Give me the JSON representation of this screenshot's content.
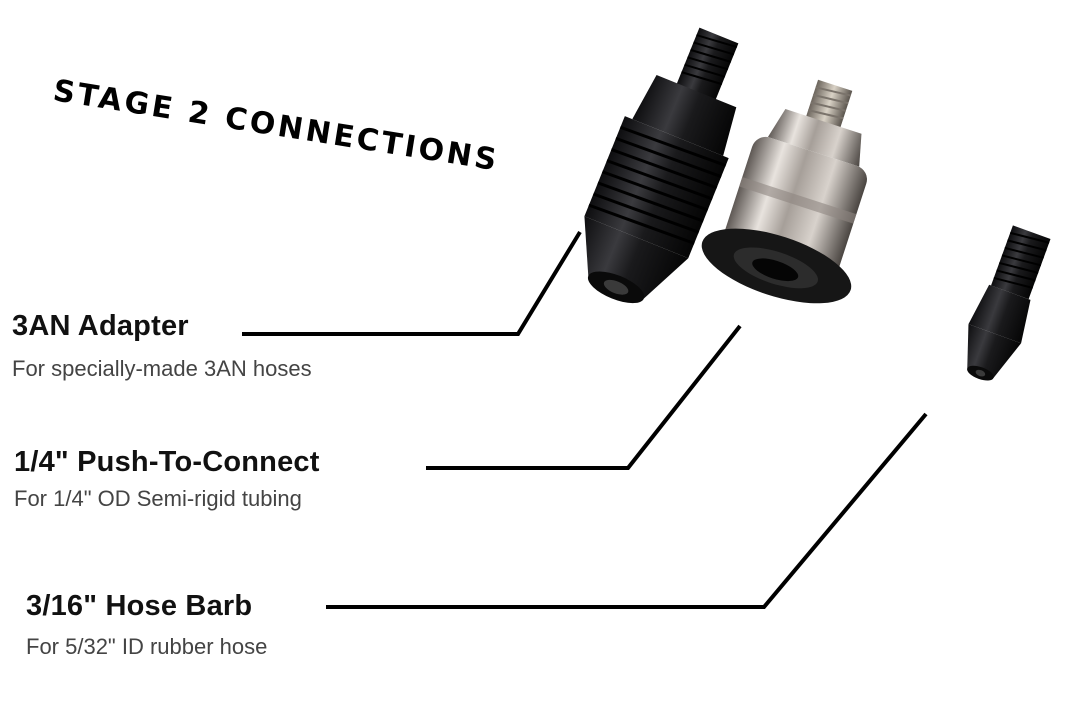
{
  "title": "STAGE 2 CONNECTIONS",
  "parts": [
    {
      "name": "3AN Adapter",
      "description": "For specially-made 3AN hoses"
    },
    {
      "name": "1/4\" Push-To-Connect",
      "description": "For 1/4\" OD Semi-rigid tubing"
    },
    {
      "name": "3/16\" Hose Barb",
      "description": "For 5/32\" ID rubber hose"
    }
  ],
  "colors": {
    "background": "#ffffff",
    "text": "#111111",
    "subtext": "#444444",
    "adapter_black": "#1c1c1e",
    "chrome": "#b9b3ad"
  }
}
